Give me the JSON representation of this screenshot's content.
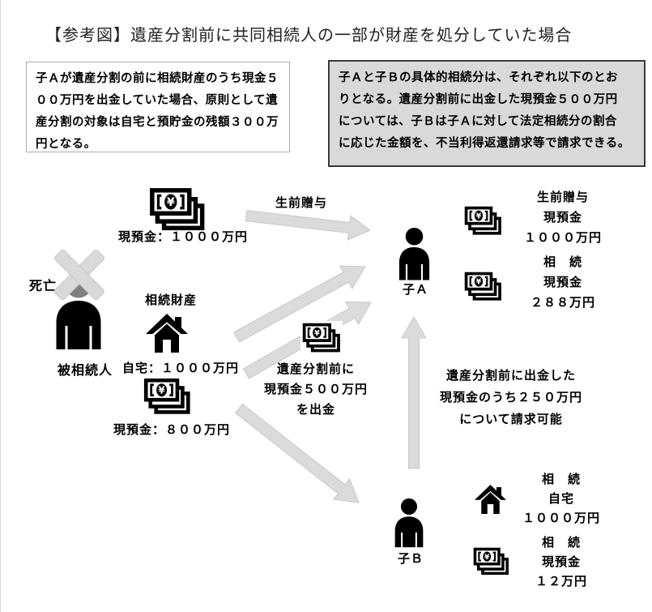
{
  "title": "【参考図】遺産分割前に共同相続人の一部が財産を処分していた場合",
  "note_left": {
    "lines": [
      "子Ａが遺産分割の前に相続財産のうち現金５",
      "００万円を出金していた場合、原則として遺",
      "産分割の対象は自宅と預貯金の残額３００万",
      "円となる。"
    ]
  },
  "note_right": {
    "lines": [
      "子Ａと子Ｂの具体的相続分は、それぞれ以下のとお",
      "りとなる。遺産分割前に出金した現預金５００万円",
      "については、子Ｂは子Ａに対して法定相続分の割合",
      "に応じた金額を、不当利得返還請求等で請求できる。"
    ]
  },
  "diagram": {
    "death_label": "死亡",
    "decedent_label": "被相続人",
    "estate_label": "相続財産",
    "predeath_cash_label": "現預金：１０００万円",
    "gift_arrow_label": "生前贈与",
    "home_label": "自宅：１０００万円",
    "cash_label": "現預金：８００万円",
    "withdraw_note": {
      "lines": [
        "遺産分割前に",
        "現預金５００万円",
        "を出金"
      ]
    },
    "claim_note": {
      "lines": [
        "遺産分割前に出金した",
        "現預金のうち２５０万円",
        "について請求可能"
      ]
    },
    "child_a": {
      "label": "子Ａ",
      "gift_asset": {
        "lines": [
          "生前贈与",
          "現預金",
          "１０００万円"
        ]
      },
      "inherit_asset": {
        "lines": [
          "相　続",
          "現預金",
          "２８８万円"
        ]
      }
    },
    "child_b": {
      "label": "子Ｂ",
      "home_asset": {
        "lines": [
          "相　続",
          "自宅",
          "１０００万円"
        ]
      },
      "cash_asset": {
        "lines": [
          "相　続",
          "現預金",
          "１２万円"
        ]
      }
    }
  },
  "colors": {
    "arrow_fill": "#dbdbdb",
    "arrow_stroke": "#c8c8c8",
    "note_right_bg": "#d9d9d9",
    "decedent_head": "#7f7f7f"
  }
}
